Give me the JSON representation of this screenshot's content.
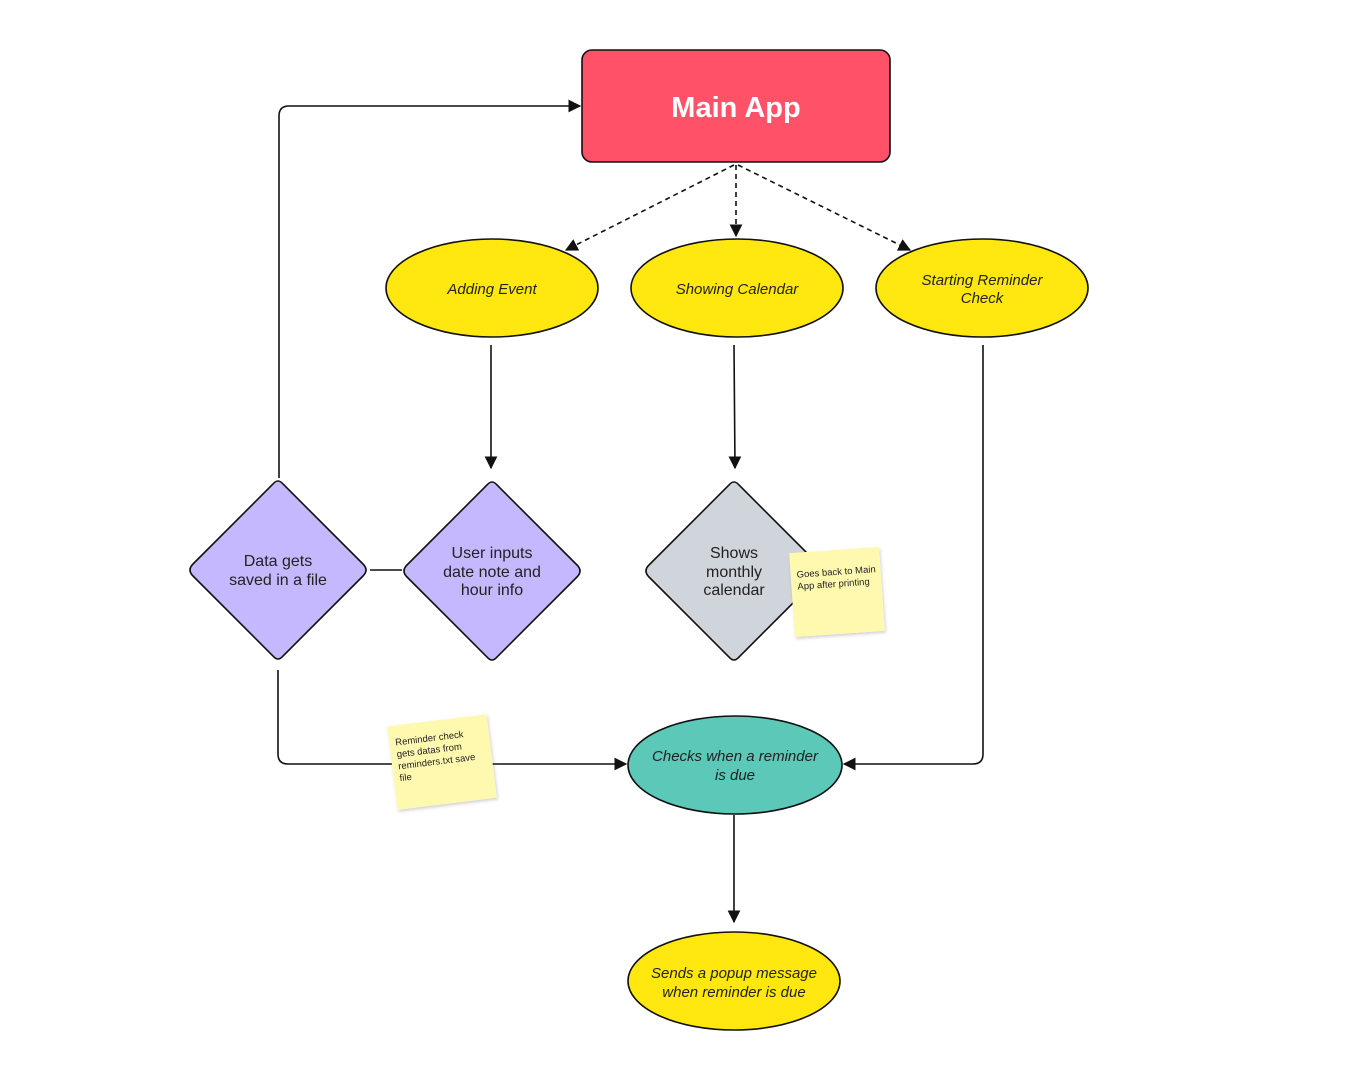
{
  "colors": {
    "main_app": "#FF5168",
    "ellipse_yellow": "#FFE70F",
    "diamond_purple": "#C5B8FF",
    "diamond_gray": "#D0D4DB",
    "ellipse_teal": "#5BC8B8",
    "sticky": "#FFF9B0",
    "stroke": "#111111"
  },
  "nodes": {
    "main_app": {
      "line1": "Main App"
    },
    "adding_event": {
      "line1": "Adding Event"
    },
    "showing_calendar": {
      "line1": "Showing Calendar"
    },
    "starting_reminder": {
      "line1": "Starting Reminder",
      "line2": "Check"
    },
    "user_inputs": {
      "line1": "User inputs",
      "line2": "date note and",
      "line3": "hour info"
    },
    "data_saved": {
      "line1": "Data gets",
      "line2": "saved in a file"
    },
    "shows_calendar": {
      "line1": "Shows",
      "line2": "monthly",
      "line3": "calendar"
    },
    "checks_reminder": {
      "line1": "Checks when a reminder",
      "line2": "is due"
    },
    "sends_popup": {
      "line1": "Sends a popup message",
      "line2": "when reminder is due"
    }
  },
  "notes": {
    "calendar_note": {
      "line1": "Goes back to Main",
      "line2": "App after printing"
    },
    "reminder_note": {
      "line1": "Reminder check",
      "line2": "gets datas from",
      "line3": "reminders.txt save",
      "line4": "file"
    }
  }
}
